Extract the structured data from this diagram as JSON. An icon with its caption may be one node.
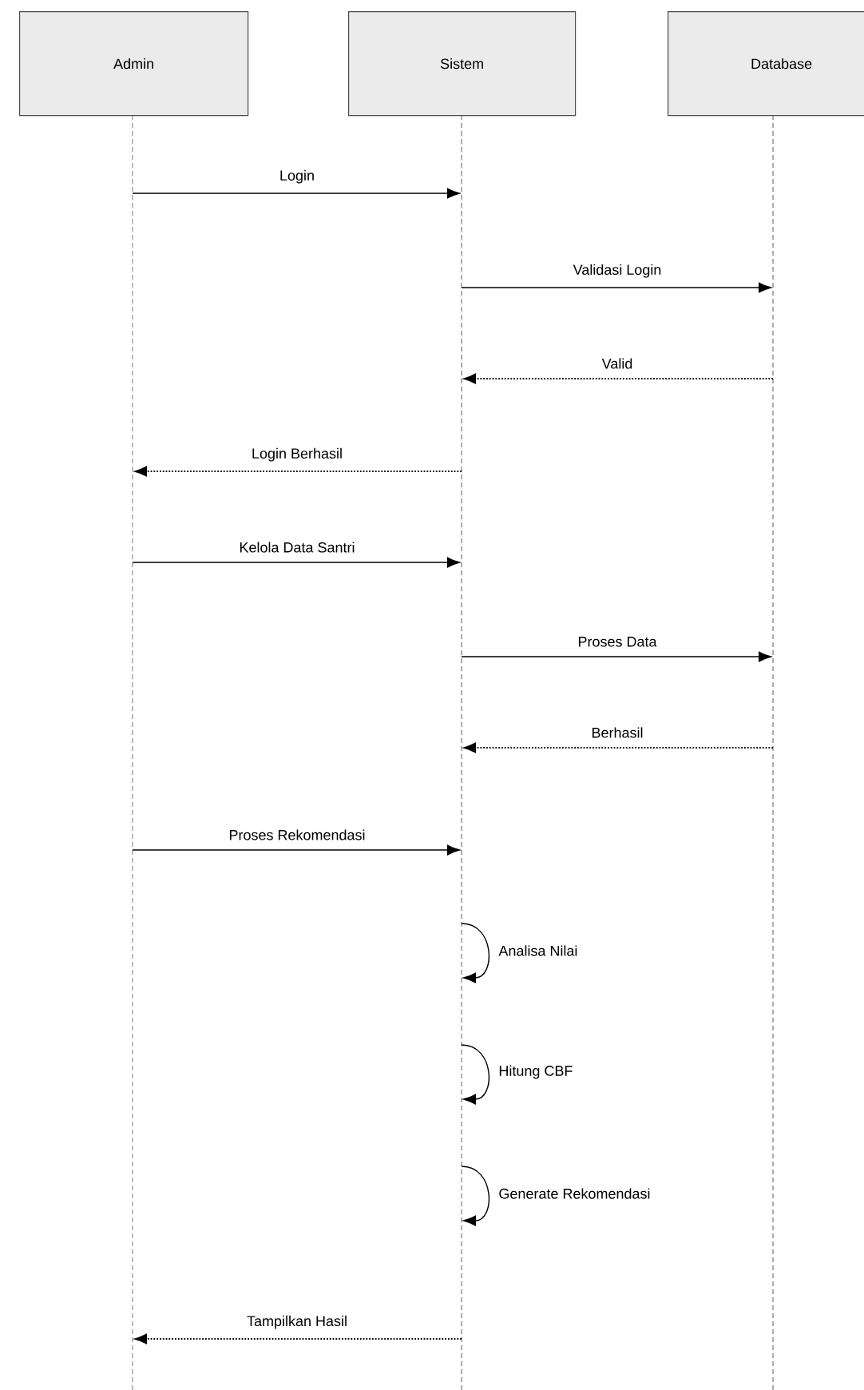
{
  "diagram": {
    "nodes": [
      {
        "text": [
          "Admin"
        ]
      },
      {
        "text": [
          "Sistem"
        ]
      },
      {
        "text": [
          "Database"
        ]
      },
      {
        "text": [],
        "shape": "line"
      },
      {
        "text": [],
        "shape": "line"
      },
      {
        "text": [],
        "shape": "line"
      }
    ],
    "edges": [
      {
        "from": 3,
        "to": 4,
        "arrow": "to",
        "label": "Login"
      },
      {
        "from": 4,
        "to": 5,
        "arrow": "to",
        "label": "Validasi Login"
      },
      {
        "from": 5,
        "to": 4,
        "arrow": "to",
        "label": "Valid",
        "style": "dashed"
      },
      {
        "from": 4,
        "to": 3,
        "arrow": "to",
        "label": "Login Berhasil",
        "style": "dashed"
      },
      {
        "from": 3,
        "to": 4,
        "arrow": "to",
        "label": "Kelola Data Santri"
      },
      {
        "from": 4,
        "to": 5,
        "arrow": "to",
        "label": "Proses Data"
      },
      {
        "from": 5,
        "to": 4,
        "arrow": "to",
        "label": "Berhasil",
        "style": "dashed"
      },
      {
        "from": 3,
        "to": 4,
        "arrow": "to",
        "label": "Proses Rekomendasi"
      },
      {
        "from": 4,
        "to": 4,
        "arrow": "to",
        "label": "Analisa Nilai"
      },
      {
        "from": 4,
        "to": 4,
        "arrow": "to",
        "label": "Hitung CBF"
      },
      {
        "from": 4,
        "to": 4,
        "arrow": "to",
        "label": "Generate Rekomendasi"
      },
      {
        "from": 4,
        "to": 3,
        "arrow": "to",
        "label": "Tampilkan Hasil",
        "style": "dashed"
      }
    ]
  }
}
